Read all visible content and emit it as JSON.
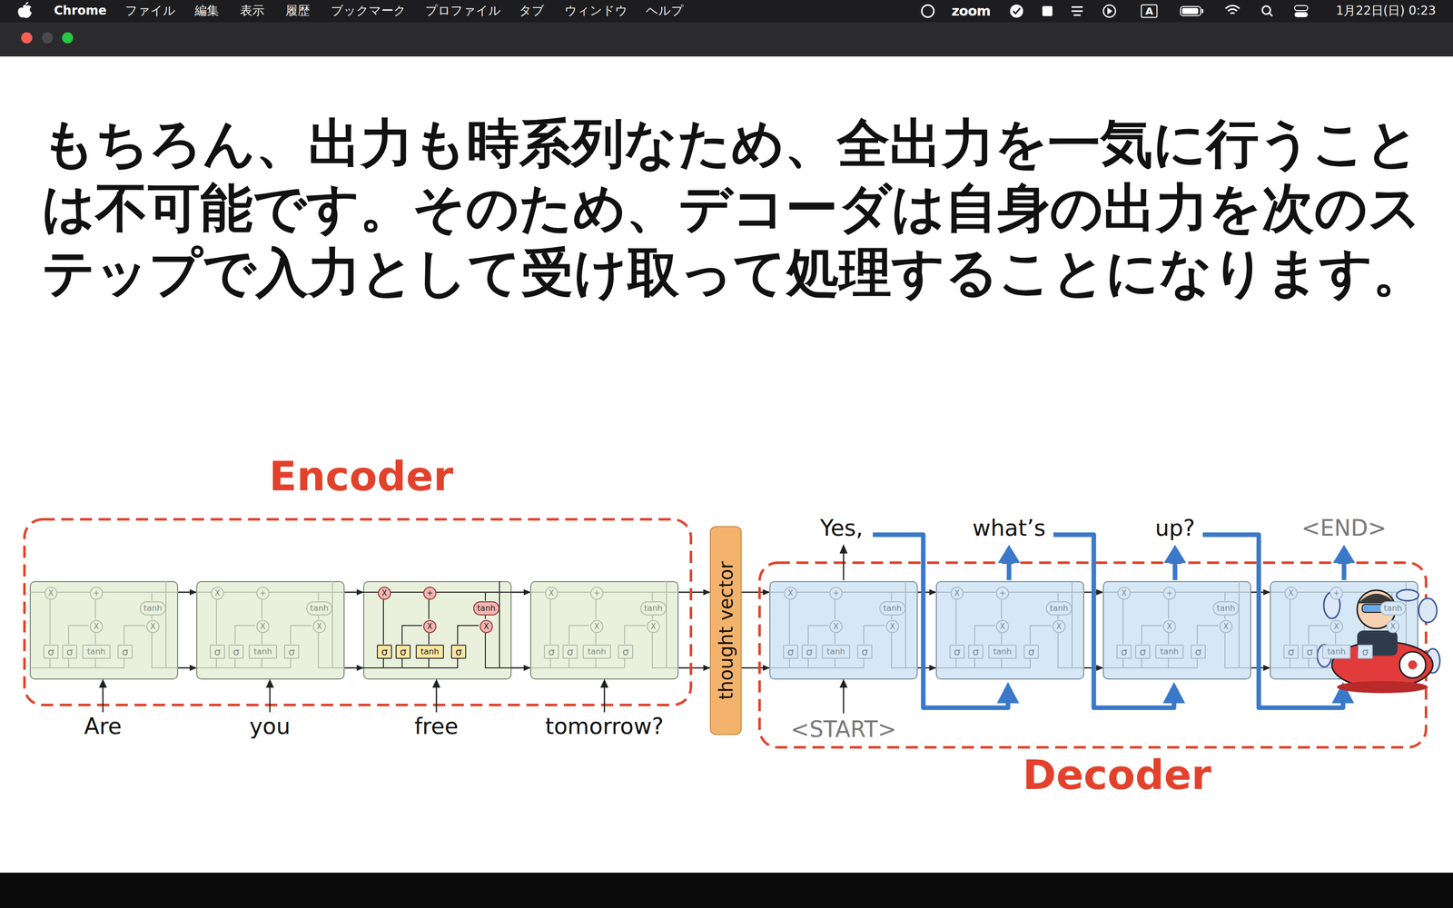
{
  "diagram": {
    "title": "もちろん、出力も時系列なため、全出力を一気に行うことは不可能です。そのため、デコーダは自身の出力を次のステップで入力として受け取って処理することになります。",
    "nodes": [
      {
        "text": [
          "Encoder"
        ]
      },
      {
        "text": [
          "X",
          "+",
          "X",
          "tanh",
          "X",
          "σ",
          "σ",
          "tanh",
          "σ"
        ],
        "in": 0
      },
      {
        "text": [
          "X",
          "+",
          "X",
          "tanh",
          "X",
          "σ",
          "σ",
          "tanh",
          "σ"
        ],
        "in": 0
      },
      {
        "text": [
          "X",
          "+",
          "X",
          "tanh",
          "X",
          "σ",
          "σ",
          "tanh",
          "σ"
        ],
        "in": 0
      },
      {
        "text": [
          "X",
          "+",
          "X",
          "tanh",
          "X",
          "σ",
          "σ",
          "tanh",
          "σ"
        ],
        "in": 0
      },
      {
        "text": [
          "thought vector"
        ]
      },
      {
        "text": [
          "Decoder"
        ]
      },
      {
        "text": [
          "X",
          "+",
          "X",
          "tanh",
          "X",
          "σ",
          "σ",
          "tanh",
          "σ"
        ],
        "in": 6
      },
      {
        "text": [
          "X",
          "+",
          "X",
          "tanh",
          "X",
          "σ",
          "σ",
          "tanh",
          "σ"
        ],
        "in": 6
      },
      {
        "text": [
          "X",
          "+",
          "X",
          "tanh",
          "X",
          "σ",
          "σ",
          "tanh",
          "σ"
        ],
        "in": 6
      },
      {
        "text": [
          "X",
          "+",
          "X",
          "tanh",
          "X",
          "σ",
          "σ",
          "tanh",
          "σ"
        ],
        "in": 6
      }
    ],
    "edges": [
      {
        "from": 1,
        "to": 2,
        "arrow": "to"
      },
      {
        "from": 1,
        "to": 2,
        "arrow": "to"
      },
      {
        "from": 2,
        "to": 3,
        "arrow": "to"
      },
      {
        "from": 2,
        "to": 3,
        "arrow": "to"
      },
      {
        "from": 3,
        "to": 4,
        "arrow": "to"
      },
      {
        "from": 3,
        "to": 4,
        "arrow": "to"
      },
      {
        "from": 4,
        "to": 5,
        "arrow": "to"
      },
      {
        "from": 4,
        "to": 5,
        "arrow": "to"
      },
      {
        "from": 5,
        "to": 7,
        "arrow": "to"
      },
      {
        "from": 5,
        "to": 7,
        "arrow": "to"
      },
      {
        "from": 7,
        "to": 8,
        "arrow": "to"
      },
      {
        "from": 7,
        "to": 8,
        "arrow": "to"
      },
      {
        "from": 8,
        "to": 9,
        "arrow": "to"
      },
      {
        "from": 8,
        "to": 9,
        "arrow": "to"
      },
      {
        "from": 9,
        "to": 10,
        "arrow": "to"
      },
      {
        "from": 9,
        "to": 10,
        "arrow": "to"
      }
    ],
    "labels": [
      "Chrome",
      "ファイル",
      "編集",
      "表示",
      "履歴",
      "ブックマーク",
      "プロファイル",
      "タブ",
      "ウィンドウ",
      "ヘルプ",
      "zoom",
      "A",
      "1月22日(日) 0:23",
      "Are",
      "you",
      "free",
      "tomorrow?",
      "Yes,",
      "what’s",
      "up?",
      "<END>",
      "<START>"
    ]
  }
}
